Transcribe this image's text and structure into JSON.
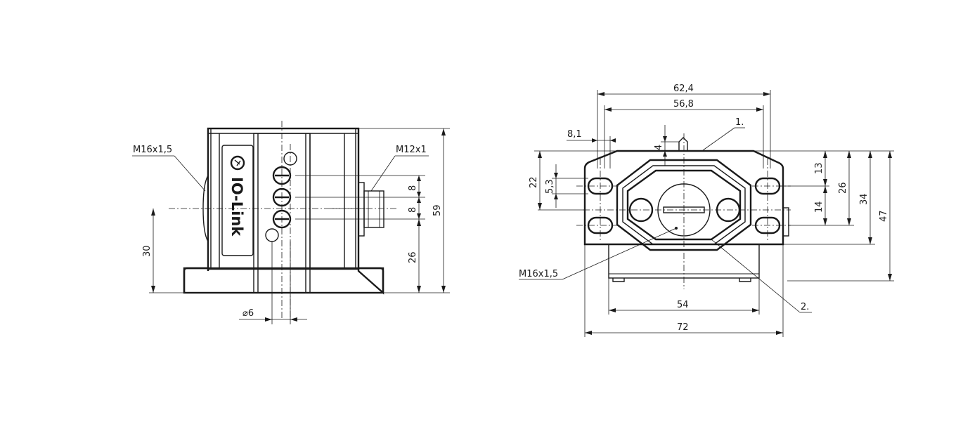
{
  "left_view": {
    "logo_text": "IO-Link",
    "thread_left": "M16x1,5",
    "connector": "M12x1",
    "dim_height_30": "30",
    "dim_height_59": "59",
    "dim_height_26": "26",
    "dim_pitch_a": "8",
    "dim_pitch_b": "8",
    "dim_diameter": "⌀6"
  },
  "right_view": {
    "dim_width_624": "62,4",
    "dim_width_568": "56,8",
    "dim_81": "8,1",
    "dim_4": "4",
    "dim_22": "22",
    "dim_53": "5,3",
    "dim_13": "13",
    "dim_14": "14",
    "dim_26": "26",
    "dim_34": "34",
    "dim_47": "47",
    "dim_54": "54",
    "dim_72": "72",
    "thread_bottom": "M16x1,5",
    "callout_1": "1.",
    "callout_2": "2."
  }
}
